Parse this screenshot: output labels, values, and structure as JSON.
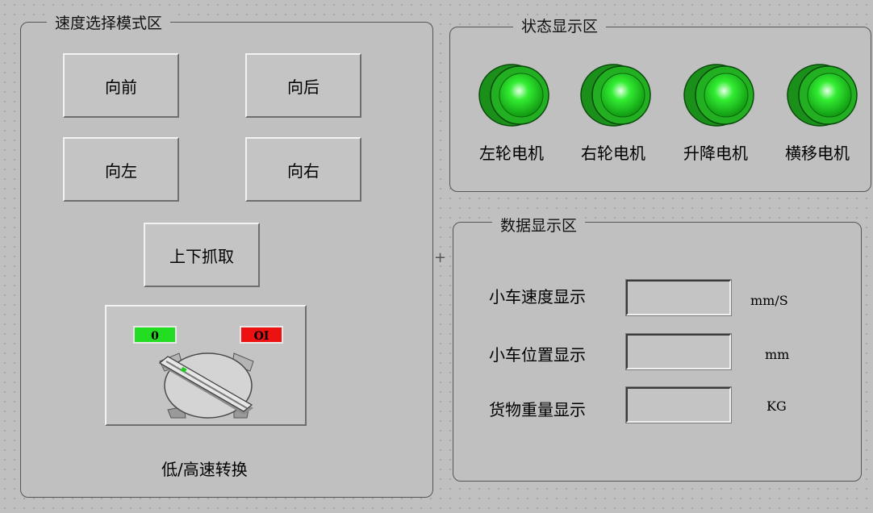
{
  "speed_panel": {
    "title": "速度选择模式区",
    "buttons": {
      "forward": "向前",
      "backward": "向后",
      "left": "向左",
      "right": "向右",
      "grab": "上下抓取"
    },
    "selector": {
      "left_label": "0",
      "right_label": "OI",
      "left_color": "#22dd22",
      "right_color": "#ee1111",
      "caption": "低/高速转换"
    }
  },
  "status_panel": {
    "title": "状态显示区",
    "lamp_color": "#22cc22",
    "lamps": [
      {
        "label": "左轮电机"
      },
      {
        "label": "右轮电机"
      },
      {
        "label": "升降电机"
      },
      {
        "label": "横移电机"
      }
    ]
  },
  "data_panel": {
    "title": "数据显示区",
    "rows": [
      {
        "label": "小车速度显示",
        "value": "",
        "unit": "mm/S"
      },
      {
        "label": "小车位置显示",
        "value": "",
        "unit": "mm"
      },
      {
        "label": "货物重量显示",
        "value": "",
        "unit": "KG"
      }
    ]
  }
}
